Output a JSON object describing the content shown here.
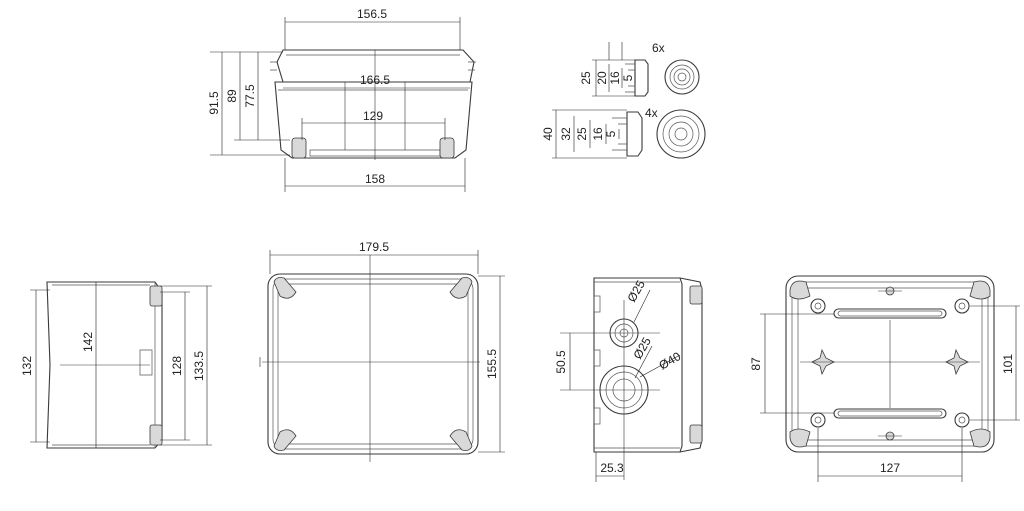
{
  "dimensions": {
    "top_width": "156.5",
    "top_mid_width": "166.5",
    "top_inner": "129",
    "top_bottom_width": "158",
    "left_h1": "91.5",
    "left_h2": "89",
    "left_h3": "77.5",
    "gland_small_qty": "6x",
    "gland_small_25": "25",
    "gland_small_20": "20",
    "gland_small_16": "16",
    "gland_small_5": "5",
    "gland_large_qty": "4x",
    "gland_large_40": "40",
    "gland_large_32": "32",
    "gland_large_25": "25",
    "gland_large_16": "16",
    "gland_large_5": "5",
    "side_132": "132",
    "side_142": "142",
    "side_128": "128",
    "side_133_5": "133.5",
    "front_width": "179.5",
    "front_height": "155.5",
    "end_d25_a": "Ø25",
    "end_d25_b": "Ø25",
    "end_d40": "Ø40",
    "end_50_5": "50.5",
    "end_25_3": "25.3",
    "bottom_87": "87",
    "bottom_101": "101",
    "bottom_127": "127"
  }
}
